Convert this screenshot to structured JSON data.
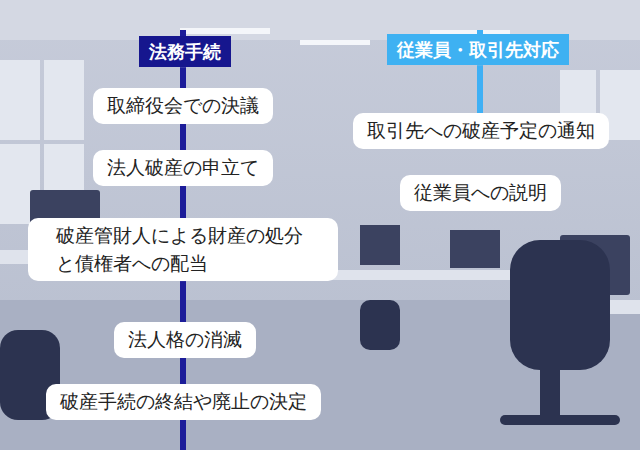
{
  "diagram": {
    "nodes": [
      {
        "text": [
          "法務手続"
        ]
      },
      {
        "text": [
          "取締役会での決議"
        ]
      },
      {
        "text": [
          "法人破産の申立て"
        ]
      },
      {
        "text": [
          "破産管財人による財産の処分と債権者への配当"
        ]
      },
      {
        "text": [
          "法人格の消滅"
        ]
      },
      {
        "text": [
          "破産手続の終結や廃止の決定"
        ]
      },
      {
        "text": [
          "従業員・取引先対応"
        ]
      },
      {
        "text": [
          "取引先への破産予定の通知"
        ]
      },
      {
        "text": [
          "従業員への説明"
        ]
      }
    ],
    "edges": [
      {
        "from": 0,
        "to": 1,
        "arrow": "none"
      },
      {
        "from": 1,
        "to": 2,
        "arrow": "none"
      },
      {
        "from": 2,
        "to": 3,
        "arrow": "none"
      },
      {
        "from": 3,
        "to": 4,
        "arrow": "none"
      },
      {
        "from": 4,
        "to": 5,
        "arrow": "none"
      },
      {
        "from": 6,
        "to": 7,
        "arrow": "none"
      }
    ]
  }
}
